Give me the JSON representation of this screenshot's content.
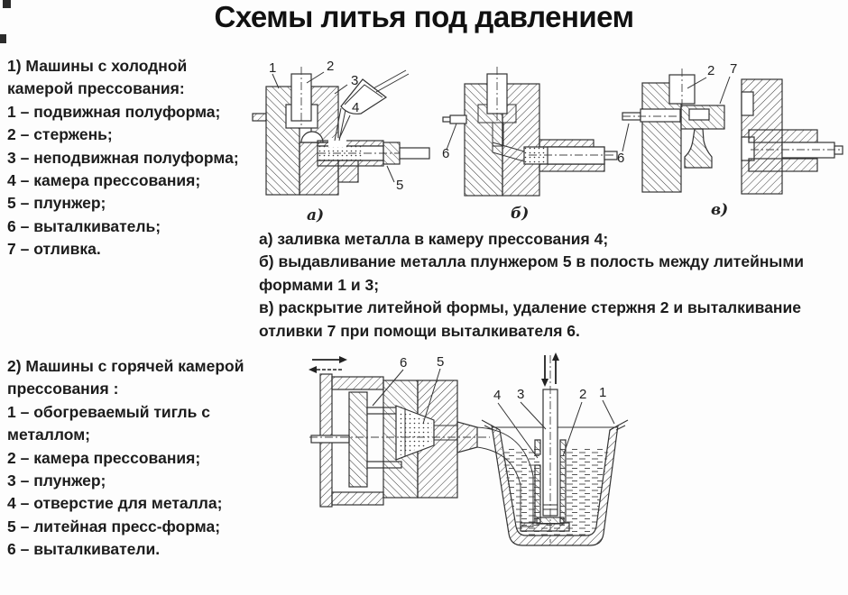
{
  "title": "Схемы литья под давлением",
  "colors": {
    "background": "#fdfdfd",
    "text": "#1c1c1c",
    "line_art": "#333333"
  },
  "section1": {
    "heading": "1) Машины с холодной камерой прессования:",
    "items": [
      "1 – подвижная полуформа;",
      "2 – стержень;",
      "3 – неподвижная полуформа;",
      "4 – камера прессования;",
      "5 – плунжер;",
      "6 – выталкиватель;",
      "7 – отливка."
    ]
  },
  "stages": [
    "а) заливка металла в камеру прессования 4;",
    "б) выдавливание металла плунжером 5 в полость между литейными формами 1 и 3;",
    "в) раскрытие литейной формы, удаление стержня 2 и выталкивание отливки 7 при помощи выталкивателя 6."
  ],
  "section2": {
    "heading": "2) Машины с горячей камерой прессования :",
    "items": [
      "1 – обогреваемый тигль с металлом;",
      "2 – камера прессования;",
      "3 – плунжер;",
      "4 – отверстие для металла;",
      "5 – литейная пресс-форма;",
      "6 – выталкиватели."
    ]
  },
  "diagram_a": {
    "caption": "а)",
    "labels": {
      "n1": "1",
      "n2": "2",
      "n3": "3",
      "n4": "4",
      "n5": "5"
    }
  },
  "diagram_b": {
    "caption": "б)",
    "labels": {
      "n6": "6"
    }
  },
  "diagram_v": {
    "caption": "в)",
    "labels": {
      "n2": "2",
      "n7": "7",
      "n6": "6"
    }
  },
  "diagram_hot": {
    "labels": {
      "n1": "1",
      "n2": "2",
      "n3": "3",
      "n4": "4",
      "n5": "5",
      "n6": "6"
    }
  },
  "icons": {
    "mold_motion": "double-horizontal-arrows",
    "plunger_motion": "up-down-arrows"
  }
}
